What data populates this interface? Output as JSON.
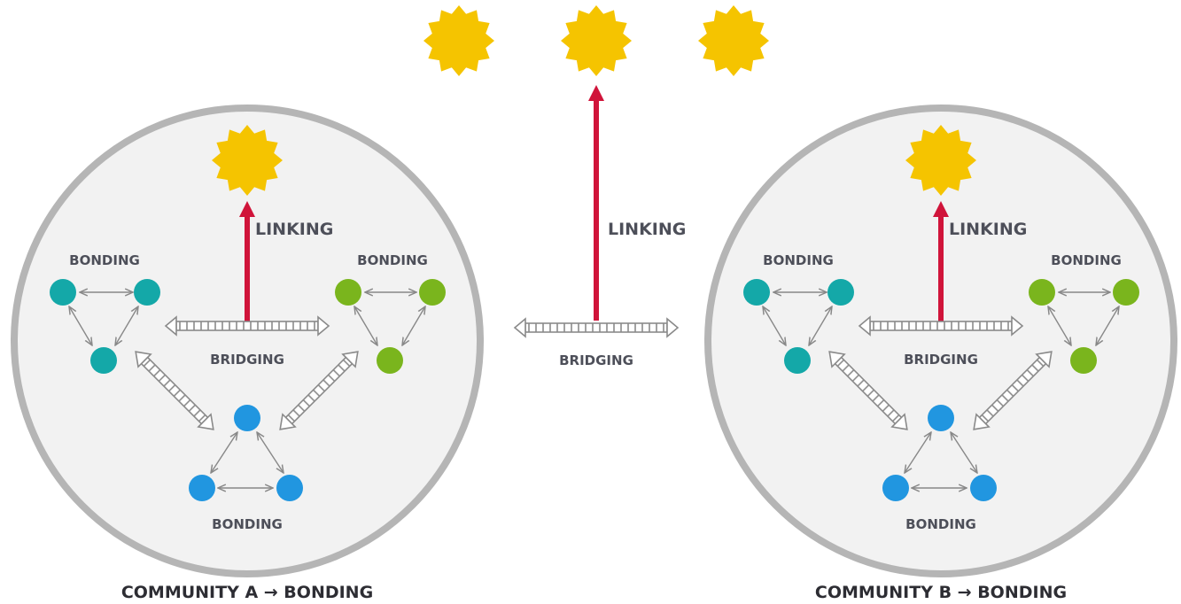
{
  "labels": {
    "bonding": "BONDING",
    "bridging": "BRIDGING",
    "linking": "LINKING"
  },
  "communities": [
    {
      "caption": "COMMUNITY A → BONDING"
    },
    {
      "caption": "COMMUNITY B → BONDING"
    }
  ],
  "colors": {
    "circle_fill": "#f2f2f2",
    "circle_stroke": "#b5b5b5",
    "sun": "#f5c400",
    "linking_arrow": "#d0143a",
    "group_teal": "#14a8a8",
    "group_green": "#7ab51d",
    "group_blue": "#2196e0",
    "connector": "#888888",
    "bridge": "#8a8a8a",
    "label_text": "#4d4f59"
  },
  "icons": {
    "sun": "sun-icon",
    "node": "person-node-icon"
  }
}
